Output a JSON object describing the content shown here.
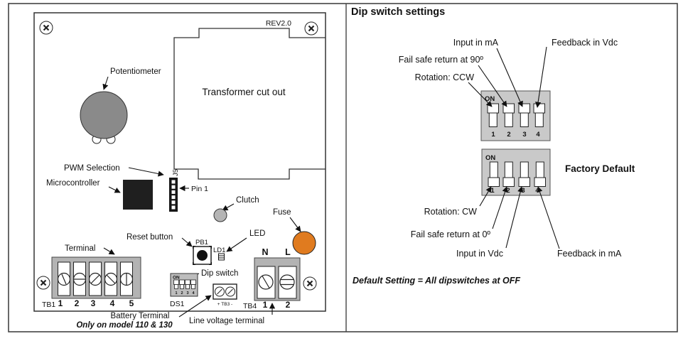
{
  "board": {
    "rev": "REV2.0",
    "potentiometer": "Potentiometer",
    "transformer": "Transformer cut out",
    "pwm_selection": "PWM Selection",
    "j5": "J5",
    "pin1": "Pin 1",
    "microcontroller": "Microcontroller",
    "clutch": "Clutch",
    "fuse": "Fuse",
    "reset_button": "Reset button",
    "pb1": "PB1",
    "led": "LED",
    "ld1": "LD1",
    "terminal": "Terminal",
    "tb1": "TB1",
    "tb1_pins": [
      "1",
      "2",
      "3",
      "4",
      "5"
    ],
    "dip_switch": "Dip switch",
    "ds1": "DS1",
    "ds1_on": "ON",
    "ds1_pins": [
      "1",
      "2",
      "3",
      "4"
    ],
    "battery_terminal": "Battery Terminal",
    "battery_note": "Only on model 110 & 130",
    "tb3": "+ TB3 -",
    "line_voltage": "Line voltage terminal",
    "tb4": "TB4",
    "neutral": "N",
    "line": "L",
    "tb4_pins": [
      "1",
      "2"
    ]
  },
  "dip_settings": {
    "heading": "Dip switch settings",
    "top_block": {
      "on_label": "ON",
      "pins": [
        "1",
        "2",
        "3",
        "4"
      ],
      "state": "all switches up (ON)",
      "labels": {
        "switch1": "Rotation: CCW",
        "switch2": "Fail safe return at 90º",
        "switch3": "Input in mA",
        "switch4": "Feedback in Vdc"
      }
    },
    "bottom_block": {
      "on_label": "ON",
      "pins": [
        "1",
        "2",
        "3",
        "4"
      ],
      "state": "all switches down (OFF)",
      "caption": "Factory Default",
      "labels": {
        "switch1": "Rotation: CW",
        "switch2": "Fail safe return at 0º",
        "switch3": "Input in Vdc",
        "switch4": "Feedback in mA"
      }
    },
    "footnote": "Default Setting = All dipswitches at OFF"
  },
  "colors": {
    "fuse": "#e07b1f",
    "potentiometer": "#8a8a8a",
    "clutch": "#b5b5b5",
    "terminal_block": "#b3b3b3",
    "dip_block": "#c9c9c9",
    "chip": "#1f1f1f"
  }
}
